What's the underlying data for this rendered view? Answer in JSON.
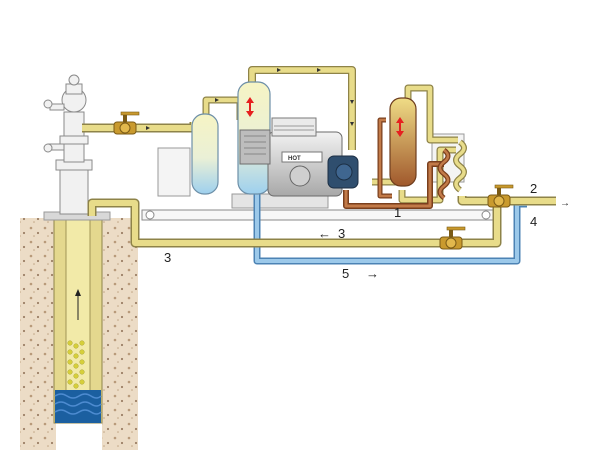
{
  "diagram": {
    "labels": {
      "line_1": "1",
      "line_2": "2",
      "line_3_center": "3",
      "line_3_left": "3",
      "line_4": "4",
      "line_5": "5",
      "arrow_out_2": "→",
      "arrow_3": "←",
      "arrow_5": "→",
      "engine_plate": "HOT"
    },
    "colors": {
      "gas_pipe": "#e8dc8a",
      "gas_pipe_edge": "#8e8348",
      "water_pipe": "#9cc9ea",
      "water_pipe_edge": "#4c83b4",
      "oil_pipe": "#b86a3c",
      "water_in_well": "#1b5fa0",
      "soil": "#e8d5bf",
      "valve_brass": "#c99a2e",
      "flow_arrow": "#e62020",
      "vessel_top": "#f4f2c0",
      "vessel_bottom": "#9ed0ee",
      "heater": "#b87a3a"
    },
    "icons": [
      "wellhead-icon",
      "ball-valve-icon",
      "separator-vessel-icon",
      "scrubber-vessel-icon",
      "compressor-engine-icon",
      "heater-vessel-icon",
      "cooler-coil-icon",
      "skid-frame-icon",
      "well-casing-icon"
    ]
  }
}
